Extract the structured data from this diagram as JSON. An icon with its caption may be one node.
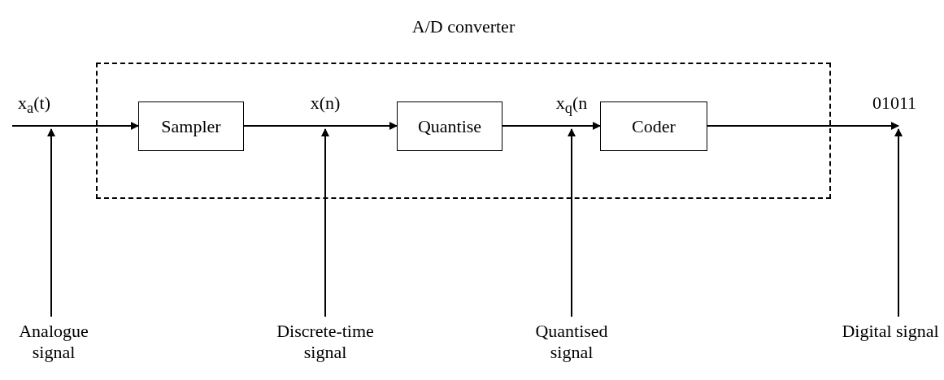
{
  "diagram": {
    "nodes": [
      {
        "text": [
          "A/D converter"
        ]
      },
      {
        "text": [
          "Sampler"
        ],
        "in": 0
      },
      {
        "text": [
          "Quantise"
        ],
        "in": 0
      },
      {
        "text": [
          "Coder"
        ],
        "in": 0
      },
      {
        "text": [
          "Analogue signal"
        ]
      },
      {
        "text": [
          "Discrete-time signal"
        ]
      },
      {
        "text": [
          "Quantised signal"
        ]
      },
      {
        "text": [
          "Digital signal"
        ]
      }
    ],
    "edges": [
      {
        "from": null,
        "to": 1,
        "arrow": "to",
        "label": "x$_{a}$(t)"
      },
      {
        "from": 1,
        "to": 2,
        "arrow": "to",
        "label": "x(n)"
      },
      {
        "from": 2,
        "to": 3,
        "arrow": "to",
        "label": "x$_{q}$(n"
      },
      {
        "from": 3,
        "to": null,
        "arrow": "to",
        "label": "01011"
      },
      {
        "from": 4,
        "to": null,
        "arrow": "to"
      },
      {
        "from": 5,
        "to": null,
        "arrow": "to"
      },
      {
        "from": 6,
        "to": null,
        "arrow": "to"
      },
      {
        "from": 7,
        "to": null,
        "arrow": "to"
      }
    ]
  }
}
